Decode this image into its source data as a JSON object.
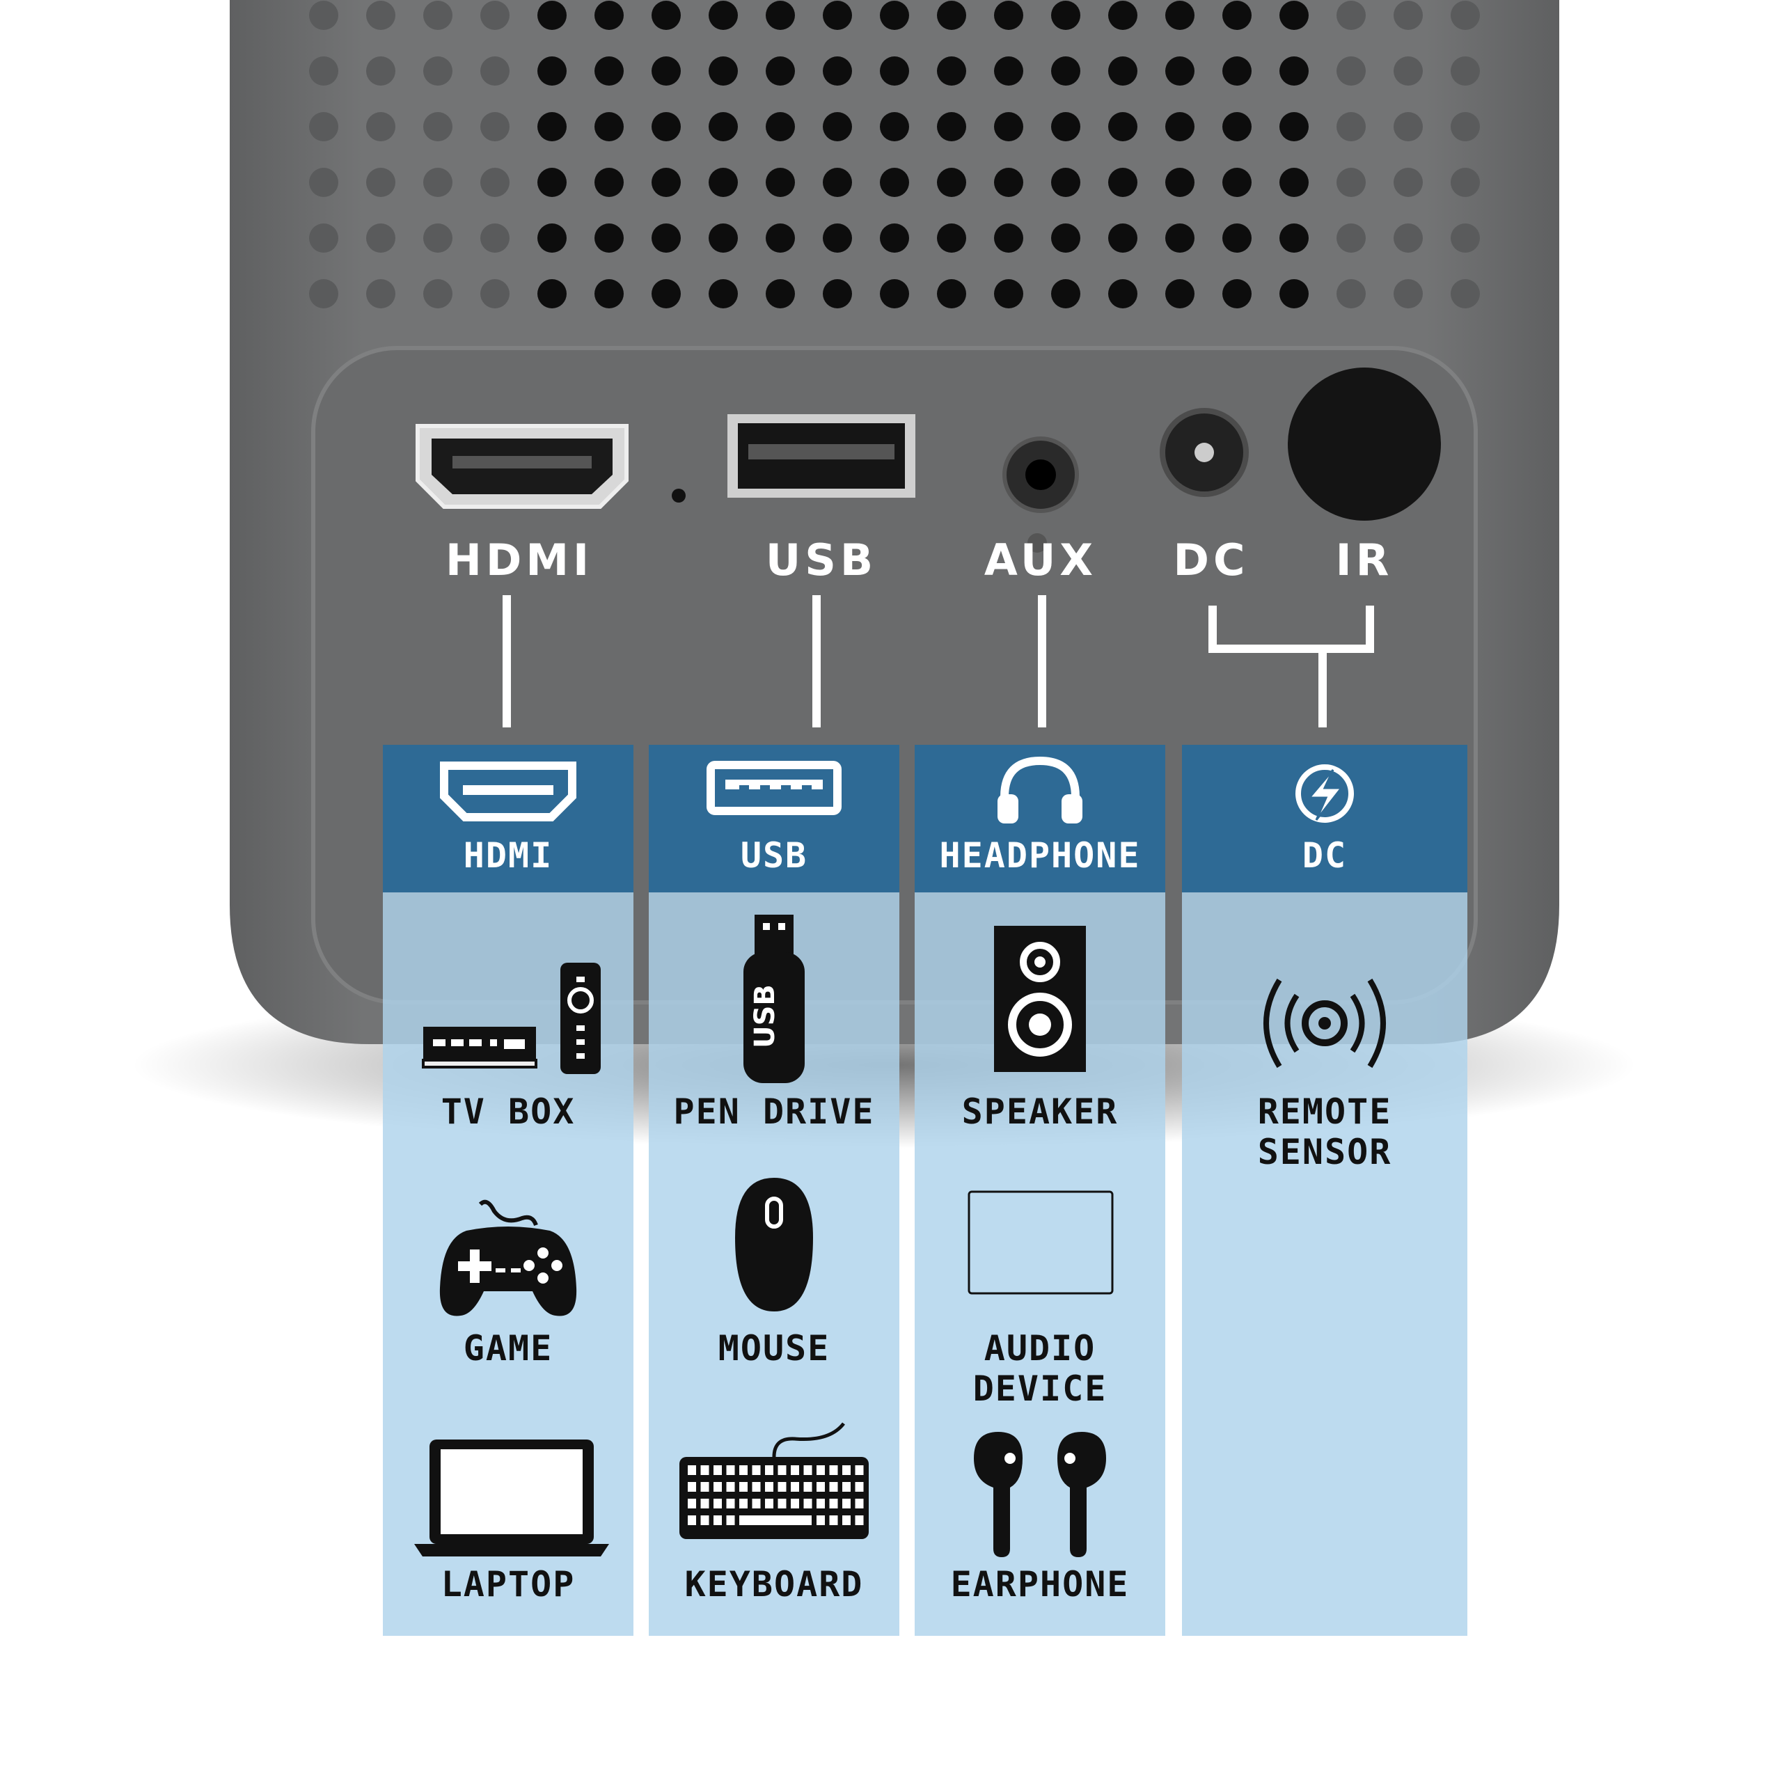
{
  "port_labels": {
    "hdmi": "HDMI",
    "usb": "USB",
    "aux": "AUX",
    "dc": "DC",
    "ir": "IR"
  },
  "columns": [
    {
      "header_icon": "hdmi-icon",
      "header_label": "HDMI",
      "items": [
        {
          "icon": "tv-box-icon",
          "label": "TV BOX"
        },
        {
          "icon": "gamepad-icon",
          "label": "GAME"
        },
        {
          "icon": "laptop-icon",
          "label": "LAPTOP"
        }
      ]
    },
    {
      "header_icon": "usb-icon",
      "header_label": "USB",
      "items": [
        {
          "icon": "pen-drive-icon",
          "label": "PEN DRIVE",
          "icon_text": "USB"
        },
        {
          "icon": "mouse-icon",
          "label": "MOUSE"
        },
        {
          "icon": "keyboard-icon",
          "label": "KEYBOARD"
        }
      ]
    },
    {
      "header_icon": "headphone-icon",
      "header_label": "HEADPHONE",
      "items": [
        {
          "icon": "speaker-icon",
          "label": "SPEAKER"
        },
        {
          "icon": "audio-device-icon",
          "label": "AUDIO DEVICE"
        },
        {
          "icon": "earphone-icon",
          "label": "EARPHONE"
        }
      ]
    },
    {
      "header_icon": "dc-power-icon",
      "header_label": "DC",
      "items": [
        {
          "icon": "remote-sensor-icon",
          "label": "REMOTE\nSENSOR"
        }
      ]
    }
  ],
  "colors": {
    "device_body": "#6f7071",
    "header_blue": "#2e6a95",
    "body_blue": "#afd3ec",
    "text_dark": "#111111"
  }
}
